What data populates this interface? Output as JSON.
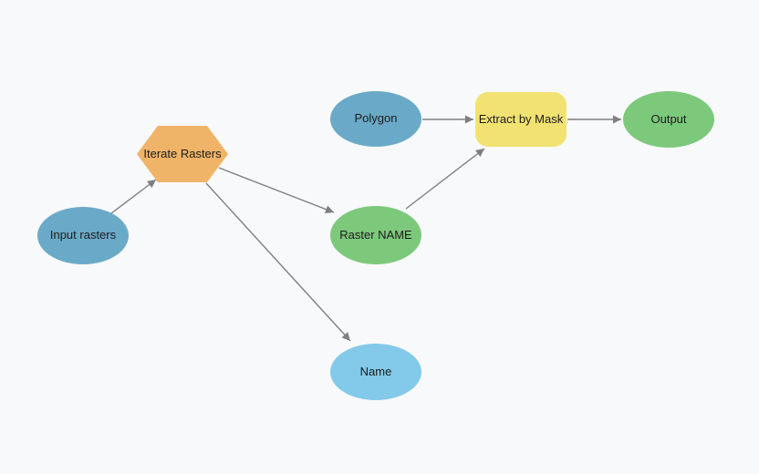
{
  "diagram": {
    "background_color": "#f8f9fa",
    "edge_color": "#7f7f7f",
    "nodes": {
      "input_rasters": {
        "label": "Input rasters",
        "shape": "ellipse",
        "color": "#6aaac8"
      },
      "iterate_rasters": {
        "label": "Iterate Rasters",
        "shape": "hexagon",
        "color": "#f0b468"
      },
      "polygon": {
        "label": "Polygon",
        "shape": "ellipse",
        "color": "#6aaac8"
      },
      "raster_name": {
        "label": "Raster NAME",
        "shape": "ellipse",
        "color": "#7cc97b"
      },
      "name": {
        "label": "Name",
        "shape": "ellipse",
        "color": "#82c9ea"
      },
      "extract_by_mask": {
        "label": "Extract by Mask",
        "shape": "rounded-rect",
        "color": "#f2e272"
      },
      "output": {
        "label": "Output",
        "shape": "ellipse",
        "color": "#7cc97b"
      }
    },
    "edges": [
      {
        "from": "input_rasters",
        "to": "iterate_rasters"
      },
      {
        "from": "iterate_rasters",
        "to": "raster_name"
      },
      {
        "from": "iterate_rasters",
        "to": "name"
      },
      {
        "from": "raster_name",
        "to": "extract_by_mask"
      },
      {
        "from": "polygon",
        "to": "extract_by_mask"
      },
      {
        "from": "extract_by_mask",
        "to": "output"
      }
    ]
  }
}
